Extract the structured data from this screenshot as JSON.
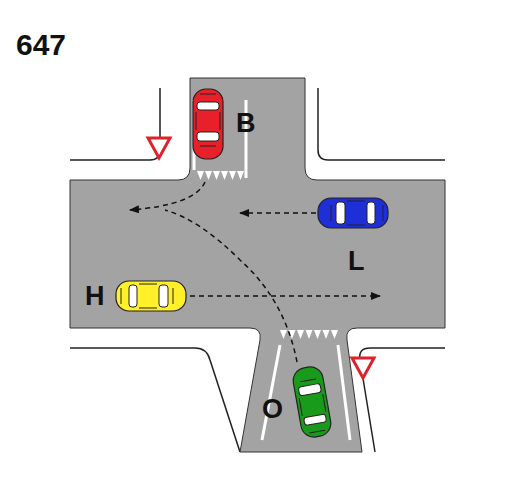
{
  "diagram": {
    "title": "647",
    "labels": [
      "B",
      "L",
      "H",
      "O"
    ]
  }
}
